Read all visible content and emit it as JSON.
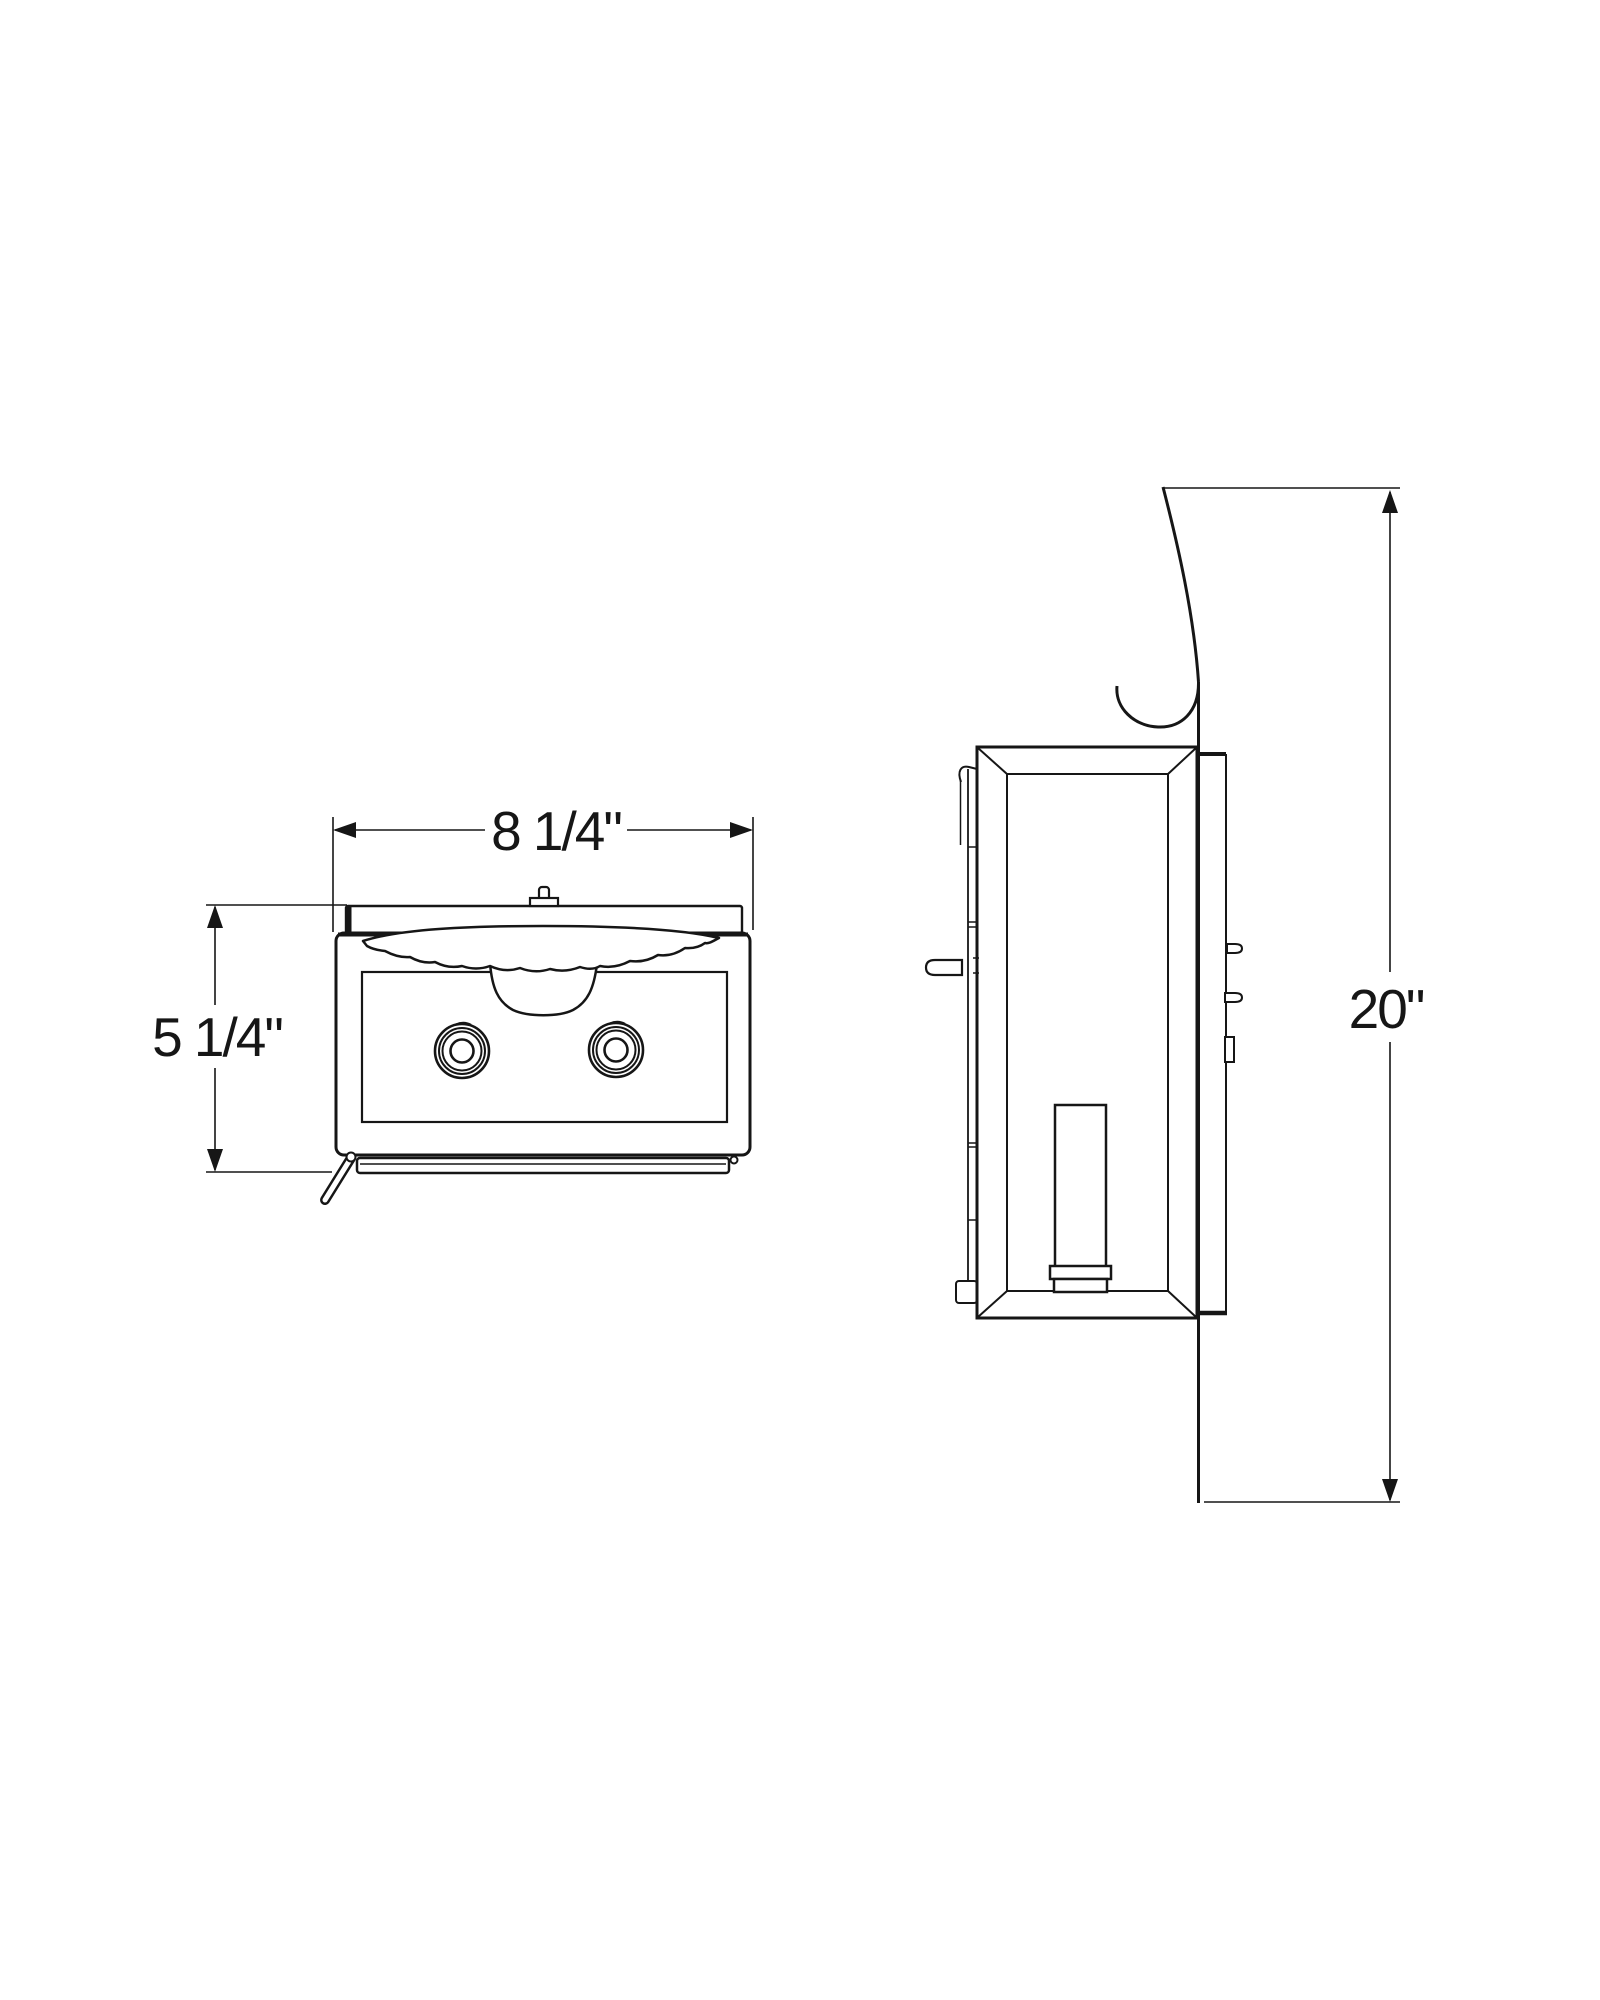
{
  "diagram": {
    "background": "#ffffff",
    "line_color": "#161616",
    "front_view": {
      "width_label": "8 1/4\"",
      "height_label": "5 1/4\""
    },
    "side_view": {
      "height_label": "20\""
    }
  }
}
